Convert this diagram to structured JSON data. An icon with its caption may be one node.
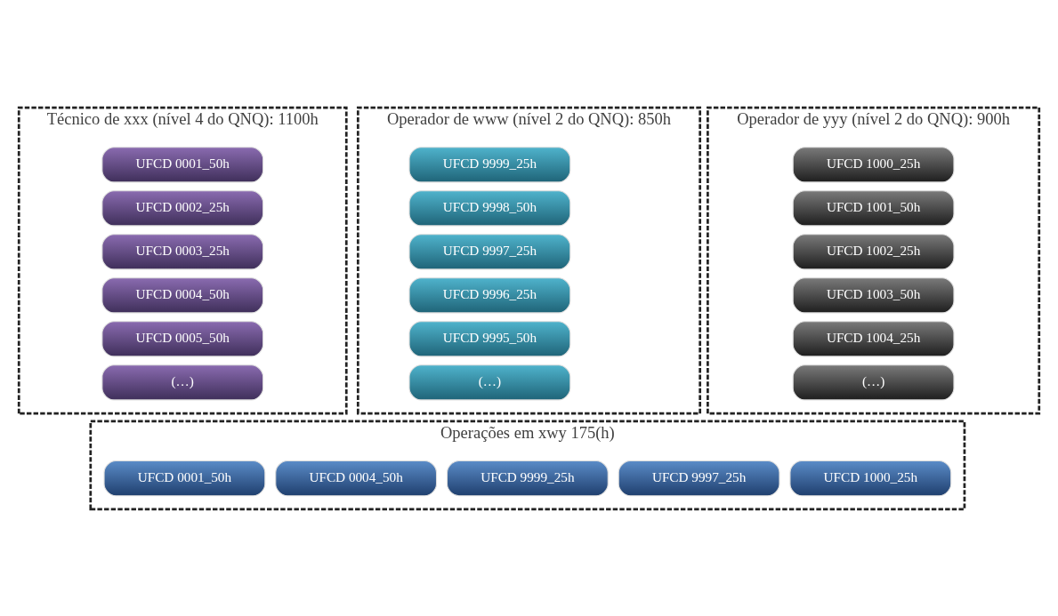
{
  "diagram": {
    "nodes": [
      {
        "text": [
          "Técnico de xxx (nível 4 do QNQ): 1100h"
        ]
      },
      {
        "text": [
          "UFCD 0001_50h"
        ],
        "in": 0
      },
      {
        "text": [
          "UFCD 0002_25h"
        ],
        "in": 0
      },
      {
        "text": [
          "UFCD 0003_25h"
        ],
        "in": 0
      },
      {
        "text": [
          "UFCD 0004_50h"
        ],
        "in": 0
      },
      {
        "text": [
          "UFCD 0005_50h"
        ],
        "in": 0
      },
      {
        "text": [
          "(…)"
        ],
        "in": 0
      },
      {
        "text": [
          "Operador de www (nível 2 do QNQ): 850h"
        ]
      },
      {
        "text": [
          "UFCD 9999_25h"
        ],
        "in": 7
      },
      {
        "text": [
          "UFCD 9998_50h"
        ],
        "in": 7
      },
      {
        "text": [
          "UFCD 9997_25h"
        ],
        "in": 7
      },
      {
        "text": [
          "UFCD 9996_25h"
        ],
        "in": 7
      },
      {
        "text": [
          "UFCD 9995_50h"
        ],
        "in": 7
      },
      {
        "text": [
          "(…)"
        ],
        "in": 7
      },
      {
        "text": [
          "Operador de yyy (nível 2 do QNQ): 900h"
        ]
      },
      {
        "text": [
          "UFCD 1000_25h"
        ],
        "in": 14
      },
      {
        "text": [
          "UFCD 1001_50h"
        ],
        "in": 14
      },
      {
        "text": [
          "UFCD 1002_25h"
        ],
        "in": 14
      },
      {
        "text": [
          "UFCD 1003_50h"
        ],
        "in": 14
      },
      {
        "text": [
          "UFCD 1004_25h"
        ],
        "in": 14
      },
      {
        "text": [
          "(…)"
        ],
        "in": 14
      },
      {
        "text": [
          "Operações em xwy 175(h)"
        ]
      },
      {
        "text": [
          "UFCD 0001_50h"
        ],
        "in": 21
      },
      {
        "text": [
          "UFCD 0004_50h"
        ],
        "in": 21
      },
      {
        "text": [
          "UFCD 9999_25h"
        ],
        "in": 21
      },
      {
        "text": [
          "UFCD 9997_25h"
        ],
        "in": 21
      },
      {
        "text": [
          "UFCD 1000_25h"
        ],
        "in": 21
      }
    ]
  }
}
